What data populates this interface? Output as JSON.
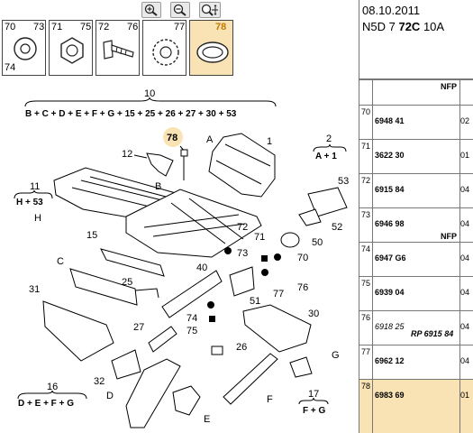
{
  "toolbar": {
    "buttons": [
      {
        "name": "zoom-in-button",
        "icon": "zoom-in-icon"
      },
      {
        "name": "zoom-out-button",
        "icon": "zoom-out-icon"
      },
      {
        "name": "zoom-fit-button",
        "icon": "zoom-fit-icon"
      }
    ]
  },
  "thumbnails": [
    {
      "labels": [
        "70",
        "73",
        "74"
      ]
    },
    {
      "labels": [
        "71",
        "75"
      ]
    },
    {
      "labels": [
        "72",
        "76"
      ]
    },
    {
      "labels": [
        "77"
      ]
    },
    {
      "labels": [
        "78"
      ],
      "selected": true
    }
  ],
  "diagram": {
    "callouts": {
      "c10": "10",
      "formula10": "B + C + D + E + F + G + 15 + 25 + 26 + 27 + 30 + 53",
      "c2": "2",
      "formula2": "A + 1",
      "c11": "11",
      "formula11": "H + 53",
      "c16": "16",
      "formula16": "D + E + F + G",
      "c17": "17",
      "formula17": "F + G",
      "c78": "78",
      "c12": "12",
      "cA": "A",
      "c1": "1",
      "cB": "B",
      "cH": "H",
      "c53": "53",
      "c52": "52",
      "c50": "50",
      "c70": "70",
      "c71": "71",
      "c72": "72",
      "c73": "73",
      "c15": "15",
      "cC": "C",
      "c40": "40",
      "c25": "25",
      "c31": "31",
      "c51": "51",
      "c77": "77",
      "c76": "76",
      "c74": "74",
      "c75": "75",
      "c27": "27",
      "c30": "30",
      "c26": "26",
      "c32": "32",
      "cD": "D",
      "cE": "E",
      "cF": "F",
      "cG": "G"
    }
  },
  "header": {
    "date": "08.10.2011",
    "model_prefix": "N5D 7 ",
    "model_bold": "72C",
    "model_suffix": " 10A"
  },
  "table": {
    "rows": [
      {
        "idx": "",
        "ref": "",
        "qty": "",
        "nfp": "NFP"
      },
      {
        "idx": "70",
        "ref": "6948 41",
        "qty": "02"
      },
      {
        "idx": "71",
        "ref": "3622 30",
        "qty": "01"
      },
      {
        "idx": "72",
        "ref": "6915 84",
        "qty": "04"
      },
      {
        "idx": "73",
        "ref": "6946 98",
        "qty": "04",
        "nfp2": "NFP"
      },
      {
        "idx": "74",
        "ref": "6947 G6",
        "qty": "04"
      },
      {
        "idx": "75",
        "ref": "6939 04",
        "qty": "04"
      },
      {
        "idx": "76",
        "ref": "6918 25",
        "qty": "04",
        "alt": "RP 6915 84",
        "italic": true
      },
      {
        "idx": "77",
        "ref": "6962 12",
        "qty": "04"
      },
      {
        "idx": "78",
        "ref": "6983 69",
        "qty": "01",
        "selected": true
      }
    ]
  },
  "colors": {
    "accent": "#f9e2b4",
    "label_orange": "#c07a00"
  }
}
